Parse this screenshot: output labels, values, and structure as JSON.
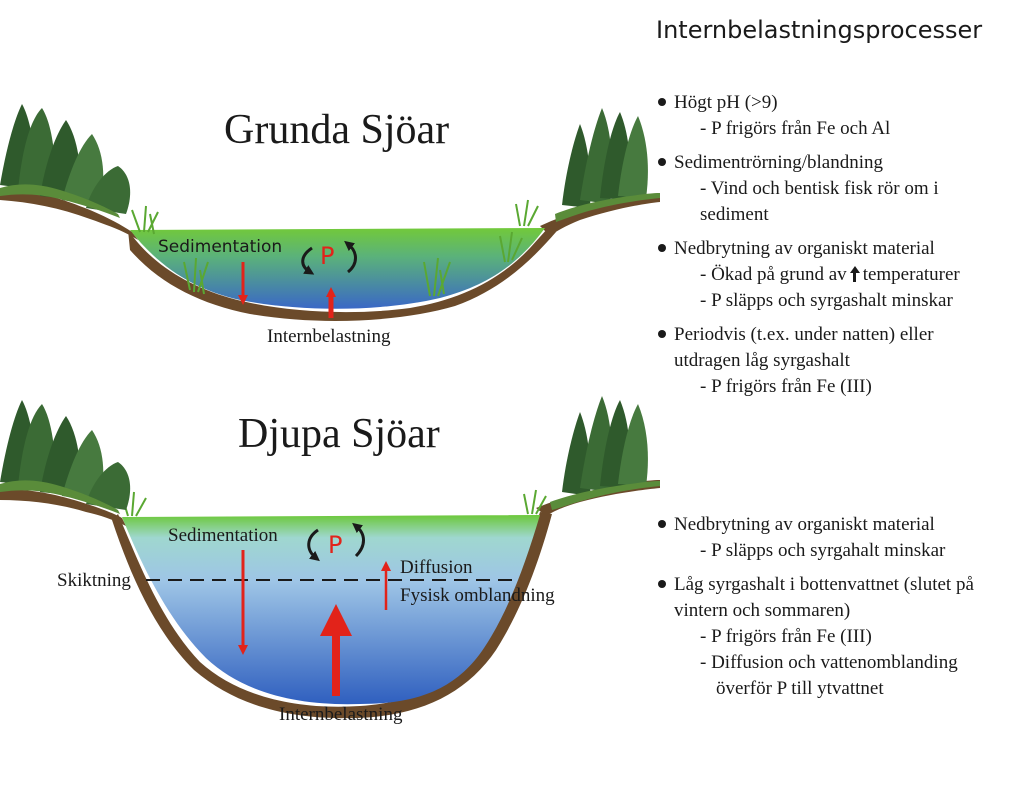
{
  "right_title": "Internbelastningsprocesser",
  "shallow": {
    "title": "Grunda Sjöar",
    "sedimentation": "Sedimentation",
    "p": "P",
    "internal_load": "Internbelastning",
    "bullets": [
      {
        "text": "Högt pH (>9)",
        "subs": [
          "- P frigörs från Fe och Al"
        ]
      },
      {
        "text": "Sedimentrörning/blandning",
        "subs": [
          "- Vind och bentisk fisk rör om i",
          "sediment"
        ]
      },
      {
        "text": "Nedbrytning av organiskt material",
        "subs": [
          "- Ökad på grund av",
          "- P släpps och syrgashalt minskar"
        ],
        "sub_tail": "temperaturer"
      },
      {
        "text": "Periodvis (t.ex. under natten) eller",
        "cont": "utdragen låg syrgashalt",
        "subs": [
          "- P frigörs från Fe (III)"
        ]
      }
    ]
  },
  "deep": {
    "title": "Djupa Sjöar",
    "sedimentation": "Sedimentation",
    "p": "P",
    "stratification": "Skiktning",
    "diffusion": "Diffusion",
    "mixing": "Fysisk omblandning",
    "internal_load": "Internbelastning",
    "bullets": [
      {
        "text": "Nedbrytning av organiskt material",
        "subs": [
          "- P släpps och syrgahalt minskar"
        ]
      },
      {
        "text": "Låg syrgashalt i bottenvattnet (slutet på",
        "cont": "vintern och sommaren)",
        "subs": [
          "- P frigörs från Fe (III)",
          "- Diffusion och vattenomblanding",
          "överför P till ytvattnet"
        ]
      }
    ]
  },
  "colors": {
    "water_top": "#6cc83a",
    "water_bottom": "#3466c8",
    "soil": "#6b4a2a",
    "arrow": "#e2231a",
    "tree": "#2f5a2c"
  }
}
